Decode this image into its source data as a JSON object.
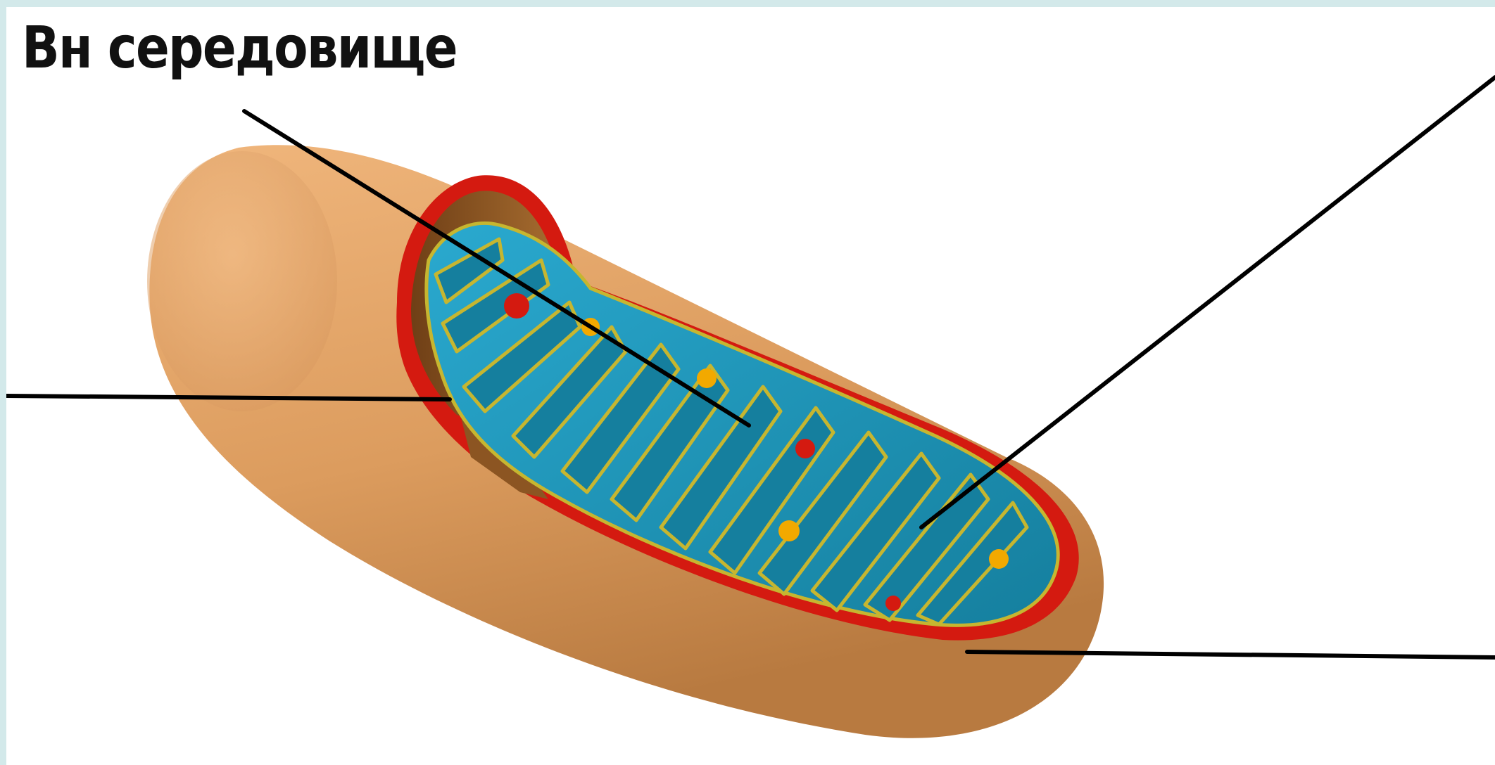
{
  "labels": {
    "title": "Вн середовище"
  },
  "colors": {
    "frame": "#d3e9ea",
    "background": "#ffffff",
    "outer_membrane": "#d8985a",
    "membrane_edge": "#d41a10",
    "matrix": "#1a8fb0",
    "cristae_outline": "#c6b630",
    "intermembrane_space": "#9a6128",
    "leader_line": "#000000"
  },
  "diagram": {
    "subject": "mitochondrion-cutaway",
    "leader_count": 4
  }
}
